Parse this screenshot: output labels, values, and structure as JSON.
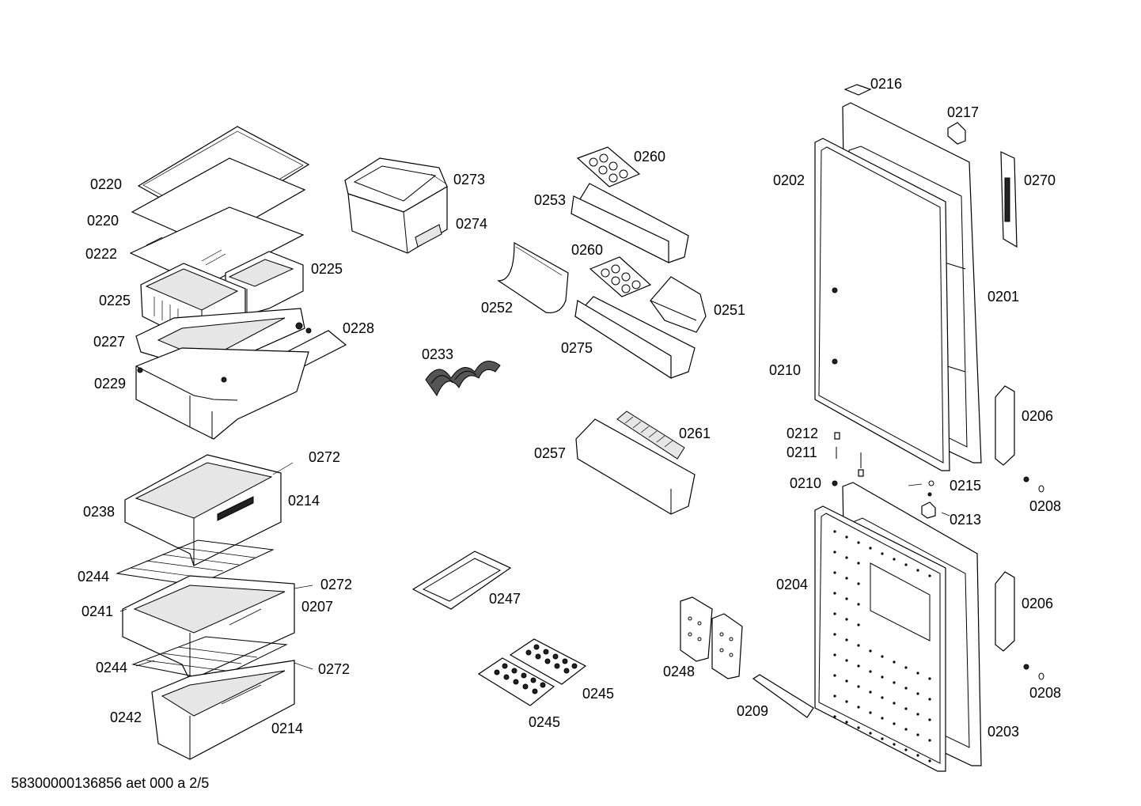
{
  "labels": {
    "p0216": "0216",
    "p0217": "0217",
    "p0270": "0270",
    "p0202": "0202",
    "p0201": "0201",
    "p0210a": "0210",
    "p0206a": "0206",
    "p0212": "0212",
    "p0211": "0211",
    "p0210b": "0210",
    "p0215": "0215",
    "p0213": "0213",
    "p0208a": "0208",
    "p0204": "0204",
    "p0206b": "0206",
    "p0208b": "0208",
    "p0203": "0203",
    "p0209": "0209",
    "p0248": "0248",
    "p0220a": "0220",
    "p0220b": "0220",
    "p0222": "0222",
    "p0225a": "0225",
    "p0225b": "0225",
    "p0227": "0227",
    "p0228": "0228",
    "p0229": "0229",
    "p0273": "0273",
    "p0274": "0274",
    "p0252": "0252",
    "p0233": "0233",
    "p0260a": "0260",
    "p0253": "0253",
    "p0260b": "0260",
    "p0251": "0251",
    "p0275": "0275",
    "p0261": "0261",
    "p0257": "0257",
    "p0272a": "0272",
    "p0214a": "0214",
    "p0238": "0238",
    "p0244a": "0244",
    "p0272b": "0272",
    "p0241": "0241",
    "p0207": "0207",
    "p0244b": "0244",
    "p0272c": "0272",
    "p0242": "0242",
    "p0214b": "0214",
    "p0247": "0247",
    "p0245a": "0245",
    "p0245b": "0245"
  },
  "footer": "58300000136856 aet 000 a 2/5"
}
